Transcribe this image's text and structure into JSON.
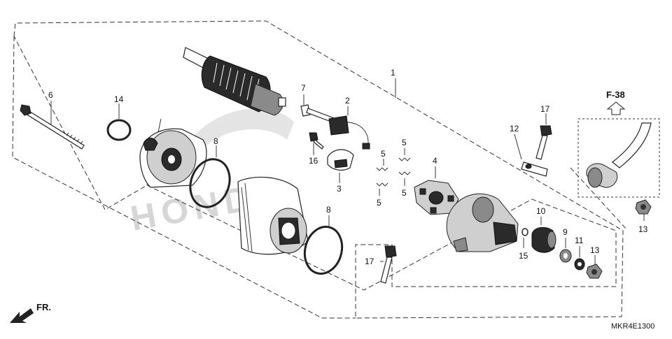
{
  "diagram": {
    "callouts": [
      {
        "id": "c1",
        "label": "1"
      },
      {
        "id": "c2",
        "label": "2"
      },
      {
        "id": "c3",
        "label": "3"
      },
      {
        "id": "c4",
        "label": "4"
      },
      {
        "id": "c5a",
        "label": "5"
      },
      {
        "id": "c5b",
        "label": "5"
      },
      {
        "id": "c5c",
        "label": "5"
      },
      {
        "id": "c5d",
        "label": "5"
      },
      {
        "id": "c6",
        "label": "6"
      },
      {
        "id": "c7",
        "label": "7"
      },
      {
        "id": "c8a",
        "label": "8"
      },
      {
        "id": "c8b",
        "label": "8"
      },
      {
        "id": "c9",
        "label": "9"
      },
      {
        "id": "c10",
        "label": "10"
      },
      {
        "id": "c11",
        "label": "11"
      },
      {
        "id": "c12",
        "label": "12"
      },
      {
        "id": "c13a",
        "label": "13"
      },
      {
        "id": "c13b",
        "label": "13"
      },
      {
        "id": "c14",
        "label": "14"
      },
      {
        "id": "c15",
        "label": "15"
      },
      {
        "id": "c16",
        "label": "16"
      },
      {
        "id": "c17a",
        "label": "17"
      },
      {
        "id": "c17b",
        "label": "17"
      }
    ],
    "reference_label": "F-38",
    "front_label": "FR.",
    "diagram_code": "MKR4E1300",
    "watermark": "HONDA"
  }
}
